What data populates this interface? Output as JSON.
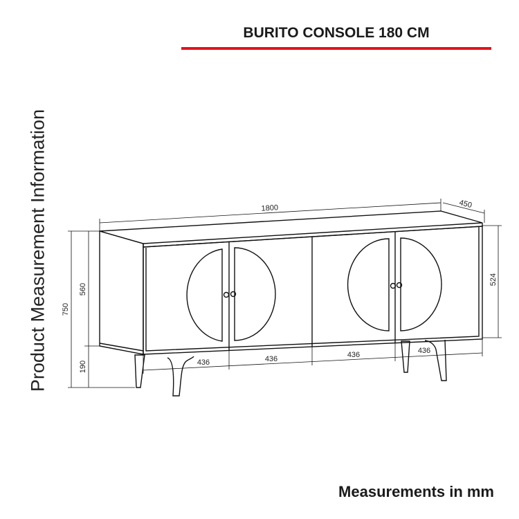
{
  "title": "BURITO CONSOLE 180 CM",
  "side_label": "Product Measurement Information",
  "footer": "Measurements in mm",
  "accent_color": "#e3141b",
  "dimensions": {
    "width": "1800",
    "depth": "450",
    "total_height": "750",
    "body_height": "560",
    "leg_height": "190",
    "door_height": "524",
    "door_widths": [
      "436",
      "436",
      "436",
      "436"
    ]
  }
}
